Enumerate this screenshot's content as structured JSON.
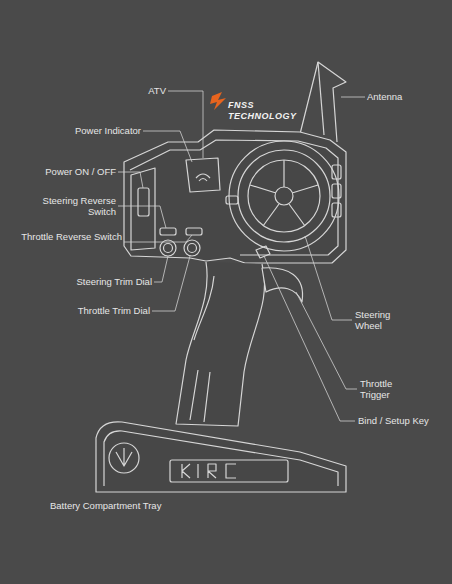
{
  "diagram": {
    "labels": [
      "ATV",
      "FNSS TECHNOLOGY",
      "Antenna",
      "Power Indicator",
      "Power ON / OFF",
      "Steering Reverse Switch",
      "Throttle Reverse Switch",
      "Steering Trim Dial",
      "Throttle Trim Dial",
      "Steering Wheel",
      "Throttle Trigger",
      "Bind / Setup Key",
      "Battery Compartment Tray"
    ]
  }
}
